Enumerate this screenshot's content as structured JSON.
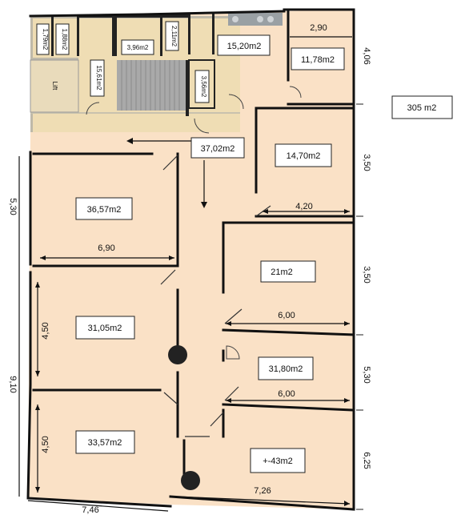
{
  "total_area": "305 m2",
  "rooms": {
    "wc_1": "1,79m2",
    "wc_2": "1,88m2",
    "lift": "Lift",
    "stair": "15,61m2",
    "small_1": "3,96m2",
    "small_2": "2,11m2",
    "small_3": "3,56m2",
    "top_room": "15,20m2",
    "corner_room": "11,78m2",
    "corridor": "37,02m2",
    "r_14_70": "14,70m2",
    "r_36_57": "36,57m2",
    "r_21": "21m2",
    "r_31_05": "31,05m2",
    "r_31_80": "31,80m2",
    "r_33_57": "33,57m2",
    "r_43": "+-43m2"
  },
  "dimensions": {
    "top_width_right": "2,90",
    "top_height_right": "4,06",
    "right_3_50_a": "3,50",
    "width_4_20": "4,20",
    "right_3_50_b": "3,50",
    "width_6_00_a": "6,00",
    "right_5_30": "5,30",
    "width_6_00_b": "6,00",
    "right_6_25": "6,25",
    "width_7_26": "7,26",
    "left_5_30": "5,30",
    "width_6_90": "6,90",
    "inner_4_50_a": "4,50",
    "left_9_10": "9,10",
    "inner_4_50_b": "4,50",
    "bottom_7_46": "7,46"
  },
  "colors": {
    "floor": "#fae1c6",
    "floor_core": "#efddb4",
    "core_wall": "#bfb9a9",
    "stairs": "#a9a9a9",
    "wall": "#111111"
  }
}
